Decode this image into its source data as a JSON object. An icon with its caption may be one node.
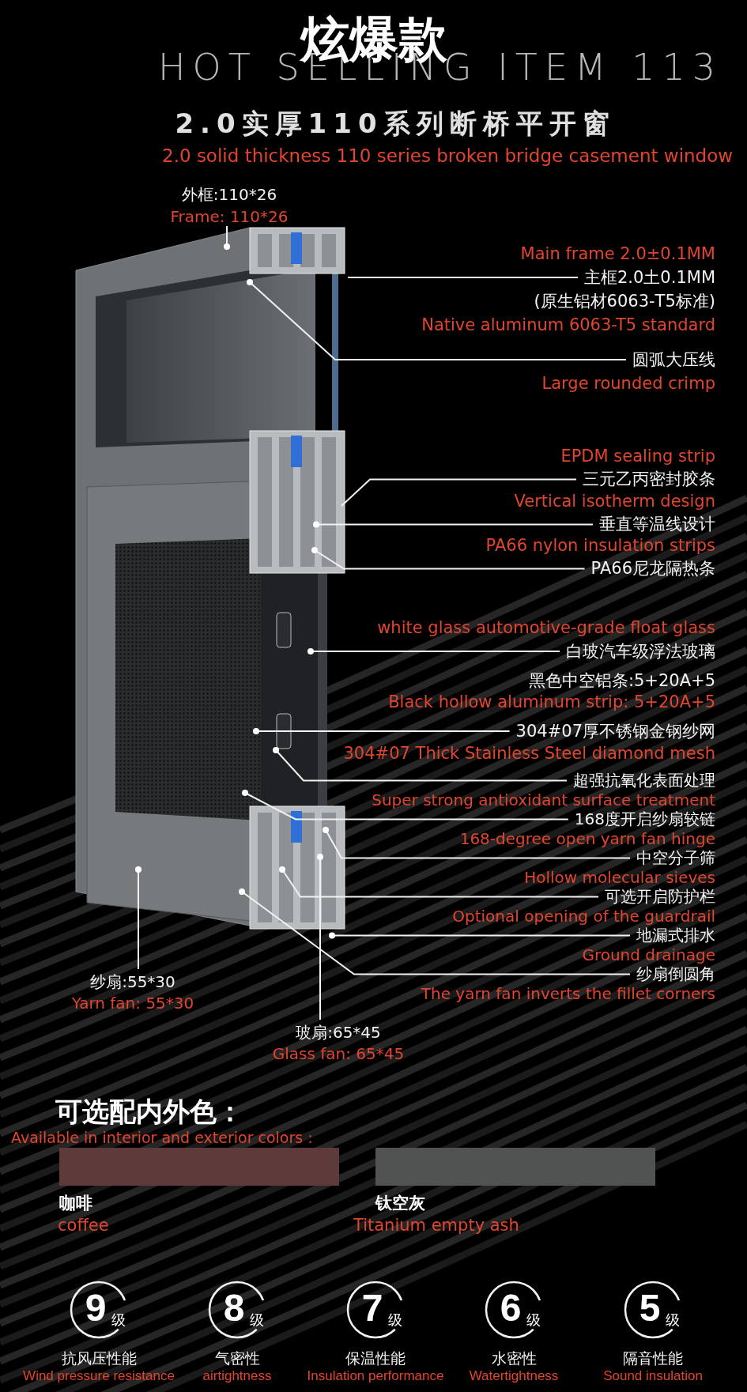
{
  "diagram": {
    "title": "炫爆款",
    "nodes": [
      {
        "text": [
          "外框:110*26",
          "Frame: 110*26"
        ]
      },
      {
        "text": [
          "Main frame 2.0±0.1MM",
          "主框2.0土0.1MM",
          "(原生铝材6063-T5标准)",
          "Native aluminum 6063-T5 standard"
        ]
      },
      {
        "text": [
          "圆弧大压线",
          "Large rounded crimp"
        ]
      },
      {
        "text": [
          "EPDM sealing strip",
          "三元乙丙密封胶条"
        ]
      },
      {
        "text": [
          "Vertical isotherm design",
          "垂直等温线设计"
        ]
      },
      {
        "text": [
          "PA66 nylon insulation strips",
          "PA66尼龙隔热条"
        ]
      },
      {
        "text": [
          "white glass automotive-grade float glass",
          "白玻汽车级浮法玻璃"
        ]
      },
      {
        "text": [
          "304#07厚不锈钢金钢纱网",
          "304#07 Thick Stainless Steel diamond mesh"
        ]
      },
      {
        "text": [
          "超强抗氧化表面处理",
          "Super strong antioxidant surface treatment"
        ]
      },
      {
        "text": [
          "168度开启纱扇较链",
          "168-degree open yarn fan hinge"
        ]
      },
      {
        "text": [
          "中空分子筛",
          "Hollow molecular sieves"
        ]
      },
      {
        "text": [
          "可选开启防护栏",
          "Optional opening of the guardrail"
        ]
      },
      {
        "text": [
          "地漏式排水",
          "Ground drainage"
        ]
      },
      {
        "text": [
          "纱扇倒圆角",
          "The yarn fan inverts the fillet corners"
        ]
      },
      {
        "text": [
          "纱扇:55*30",
          "Yarn fan: 55*30"
        ]
      },
      {
        "text": [
          "玻扇:65*45",
          "Glass fan: 65*45"
        ]
      },
      {
        "text": [
          "9",
          "级"
        ],
        "beside": [
          "抗风压性能",
          "Wind pressure resistance"
        ]
      },
      {
        "text": [
          "8",
          "级"
        ],
        "beside": [
          "气密性",
          "airtightness"
        ]
      },
      {
        "text": [
          "7",
          "级"
        ],
        "beside": [
          "保温性能",
          "Insulation performance"
        ]
      },
      {
        "text": [
          "6",
          "级"
        ],
        "beside": [
          "水密性",
          "Watertightness"
        ]
      },
      {
        "text": [
          "5",
          "级"
        ],
        "beside": [
          "隔音性能",
          "Sound insulation"
        ]
      }
    ],
    "edges": [
      {
        "from": 0,
        "to": null,
        "arrow": "other"
      },
      {
        "from": 1,
        "to": null,
        "arrow": "none"
      },
      {
        "from": 2,
        "to": null,
        "arrow": "other"
      },
      {
        "from": 3,
        "to": null,
        "arrow": "none"
      },
      {
        "from": 4,
        "to": null,
        "arrow": "other"
      },
      {
        "from": 5,
        "to": null,
        "arrow": "other"
      },
      {
        "from": 6,
        "to": null,
        "arrow": "other"
      },
      {
        "from": 7,
        "to": null,
        "arrow": "other"
      },
      {
        "from": 8,
        "to": null,
        "arrow": "other"
      },
      {
        "from": 9,
        "to": null,
        "arrow": "other"
      },
      {
        "from": 10,
        "to": null,
        "arrow": "other"
      },
      {
        "from": 11,
        "to": null,
        "arrow": "other"
      },
      {
        "from": 12,
        "to": null,
        "arrow": "other"
      },
      {
        "from": 13,
        "to": null,
        "arrow": "other"
      },
      {
        "from": 14,
        "to": null,
        "arrow": "other"
      },
      {
        "from": 15,
        "to": null,
        "arrow": "other"
      }
    ],
    "labels": [
      "HOT SELLING ITEM 113",
      "2.0实厚110系列断桥平开窗",
      "2.0 solid thickness 110 series broken bridge casement window",
      "黑色中空铝条:5+20A+5",
      "Black hollow aluminum strip: 5+20A+5",
      "可选配内外色：",
      "Available in interior and exterior colors：",
      "coffee",
      "Titanium empty ash"
    ],
    "legend": [
      {
        "text": "咖啡",
        "color": "#5c3b3a"
      },
      {
        "text": "钛空灰",
        "color": "#505352"
      }
    ]
  }
}
